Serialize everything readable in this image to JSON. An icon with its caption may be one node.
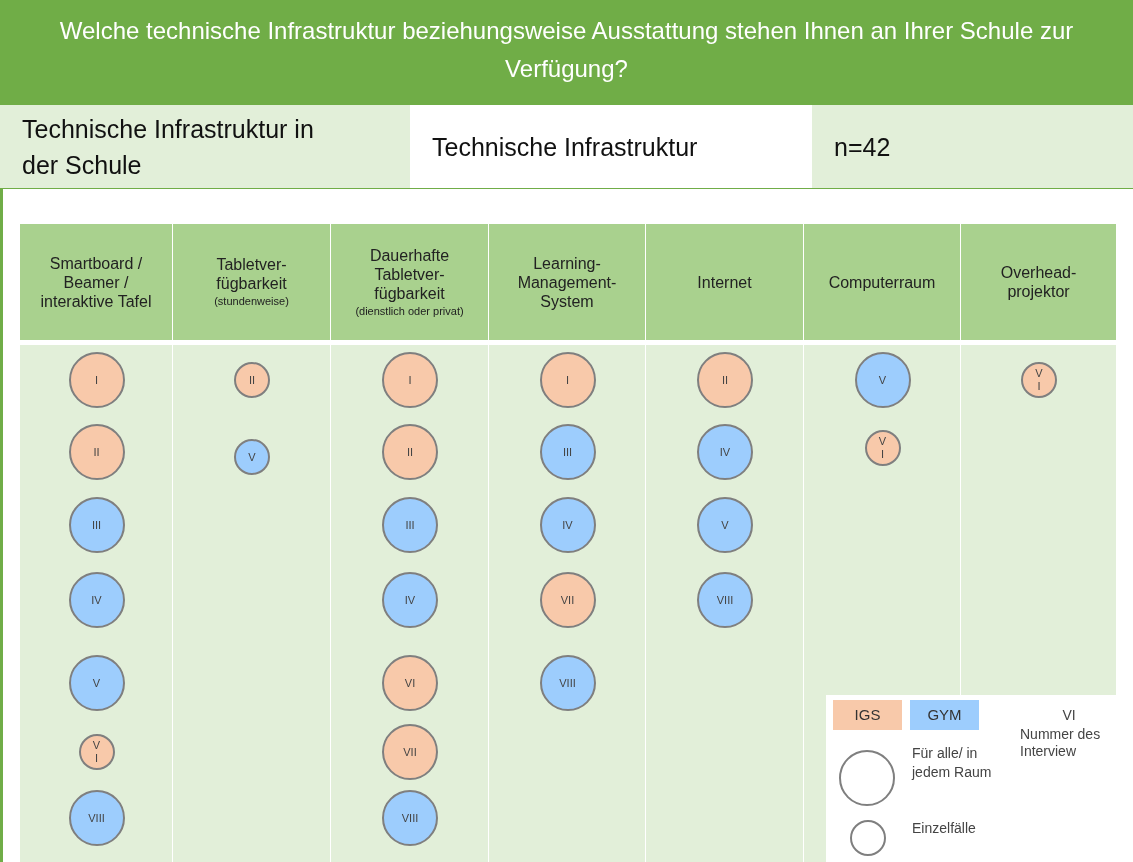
{
  "diagram": {
    "title": "Welche technische Infrastruktur beziehungsweise Ausstattung stehen Ihnen an Ihrer Schule zur Verfügung?",
    "nodes": [
      {
        "text": [
          "Smartboard / Beamer / interaktive Tafel"
        ]
      },
      {
        "text": [
          "Tabletver- fügbarkeit",
          "(stundenweise)"
        ]
      },
      {
        "text": [
          "Dauerhafte Tabletver- fügbarkeit",
          "(dienstlich oder privat)"
        ]
      },
      {
        "text": [
          "Learning- Management- System"
        ]
      },
      {
        "text": [
          "Internet"
        ]
      },
      {
        "text": [
          "Computerraum"
        ]
      },
      {
        "text": [
          "Overhead- projektor"
        ]
      },
      {
        "text": [
          "I"
        ],
        "in": 0
      },
      {
        "text": [
          "II"
        ],
        "in": 0
      },
      {
        "text": [
          "III"
        ],
        "in": 0
      },
      {
        "text": [
          "IV"
        ],
        "in": 0
      },
      {
        "text": [
          "V"
        ],
        "in": 0
      },
      {
        "text": [
          "VI"
        ],
        "in": 0
      },
      {
        "text": [
          "VIII"
        ],
        "in": 0
      },
      {
        "text": [
          "II"
        ],
        "in": 1
      },
      {
        "text": [
          "V"
        ],
        "in": 1
      },
      {
        "text": [
          "I"
        ],
        "in": 2
      },
      {
        "text": [
          "II"
        ],
        "in": 2
      },
      {
        "text": [
          "III"
        ],
        "in": 2
      },
      {
        "text": [
          "IV"
        ],
        "in": 2
      },
      {
        "text": [
          "VI"
        ],
        "in": 2
      },
      {
        "text": [
          "VII"
        ],
        "in": 2
      },
      {
        "text": [
          "VIII"
        ],
        "in": 2
      },
      {
        "text": [
          "I"
        ],
        "in": 3
      },
      {
        "text": [
          "III"
        ],
        "in": 3
      },
      {
        "text": [
          "IV"
        ],
        "in": 3
      },
      {
        "text": [
          "VII"
        ],
        "in": 3
      },
      {
        "text": [
          "VIII"
        ],
        "in": 3
      },
      {
        "text": [
          "II"
        ],
        "in": 4
      },
      {
        "text": [
          "IV"
        ],
        "in": 4
      },
      {
        "text": [
          "V"
        ],
        "in": 4
      },
      {
        "text": [
          "VIII"
        ],
        "in": 4
      },
      {
        "text": [
          "V"
        ],
        "in": 5
      },
      {
        "text": [
          "VI"
        ],
        "in": 5
      },
      {
        "text": [
          "VI"
        ],
        "in": 6
      }
    ],
    "labels": [
      "Technische Infrastruktur in der Schule",
      "Technische Infrastruktur",
      "n=42",
      "VI"
    ],
    "legend": [
      {
        "text": "IGS",
        "color": "#f8c9aa"
      },
      {
        "text": "GYM",
        "color": "#9dcdfd"
      },
      {
        "text": "Nummer des Interview"
      },
      {
        "text": "Für alle/ in jedem Raum"
      },
      {
        "text": "Einzelfälle"
      }
    ]
  }
}
